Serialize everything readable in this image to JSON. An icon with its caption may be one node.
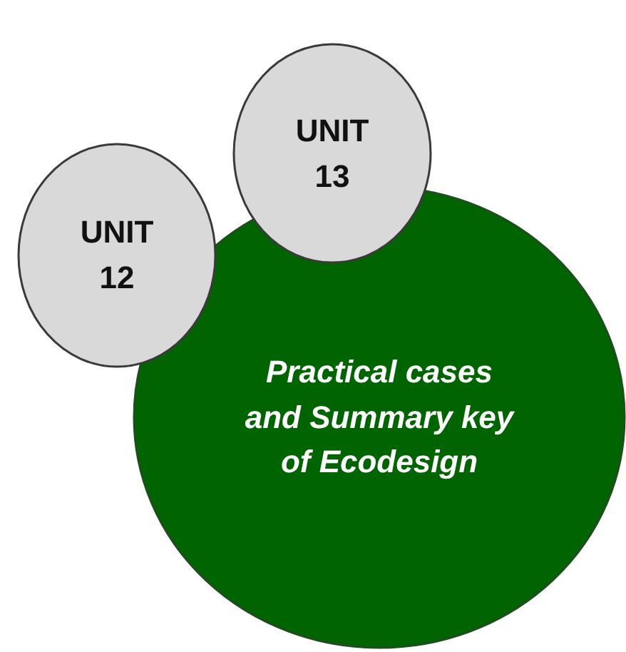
{
  "diagram": {
    "nodes": [
      {
        "text": [
          "UNIT 13"
        ]
      },
      {
        "text": [
          "UNIT 12"
        ]
      },
      {
        "text": [
          "Practical cases and Summary key of Ecodesign"
        ]
      }
    ]
  }
}
